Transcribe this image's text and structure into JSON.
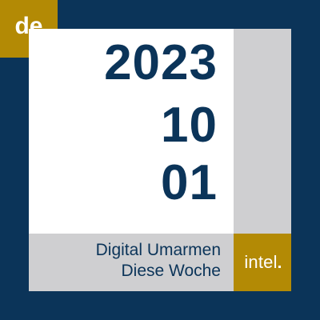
{
  "badge": {
    "label": "de"
  },
  "date": {
    "year": "2023",
    "month": "10",
    "day": "01"
  },
  "subtitle": {
    "line1": "Digital Umarmen",
    "line2": "Diese Woche"
  },
  "brand": {
    "logo_text": "intel"
  },
  "colors": {
    "navy": "#0b3459",
    "gold": "#b38a05",
    "gray": "#cfcfd1",
    "white": "#ffffff"
  }
}
